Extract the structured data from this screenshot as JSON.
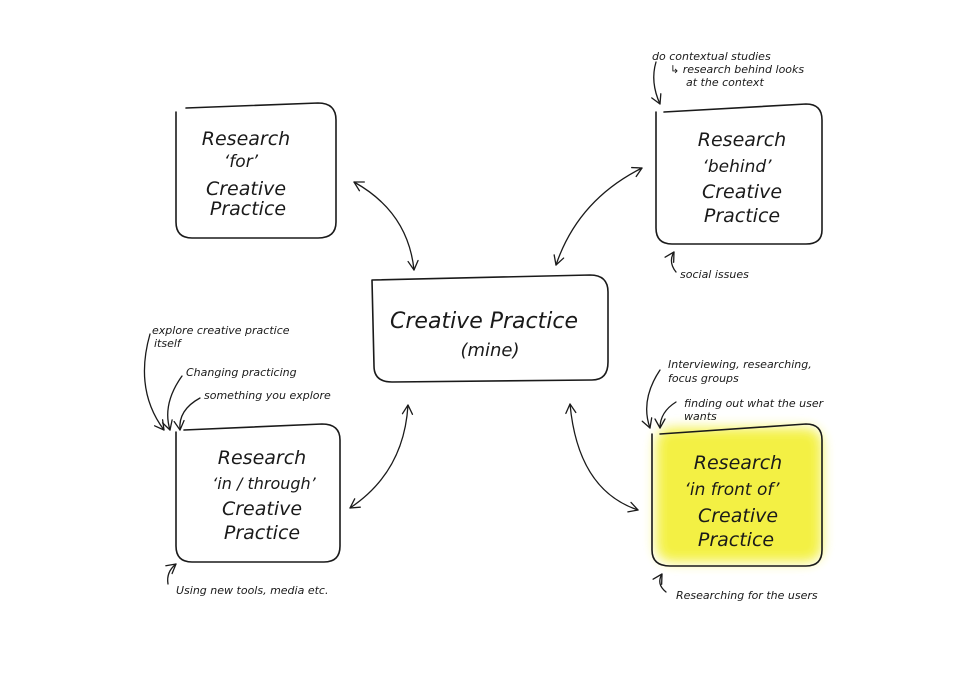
{
  "center_box": {
    "line1": "Creative Practice",
    "line2": "(mine)"
  },
  "boxes": {
    "for": {
      "lines": [
        "Research",
        "‘for’",
        "Creative",
        "Practice"
      ]
    },
    "behind": {
      "lines": [
        "Research",
        "‘behind’",
        "Creative",
        "Practice"
      ]
    },
    "through": {
      "lines": [
        "Research",
        "‘in / through’",
        "Creative",
        "Practice"
      ]
    },
    "front": {
      "lines": [
        "Research",
        "‘in front of’",
        "Creative",
        "Practice"
      ],
      "highlight_color": "#f3f03a"
    }
  },
  "notes": {
    "behind_top": [
      "do contextual studies",
      "↳ research behind looks",
      "at the context"
    ],
    "behind_bottom": "social issues",
    "through_top": [
      "explore creative practice",
      "itself",
      "Changing practicing",
      "something you explore"
    ],
    "through_bottom": "Using new tools, media etc.",
    "front_top": [
      "Interviewing, researching,",
      "focus groups",
      "finding out what the user",
      "wants"
    ],
    "front_bottom": "Researching for the users"
  }
}
